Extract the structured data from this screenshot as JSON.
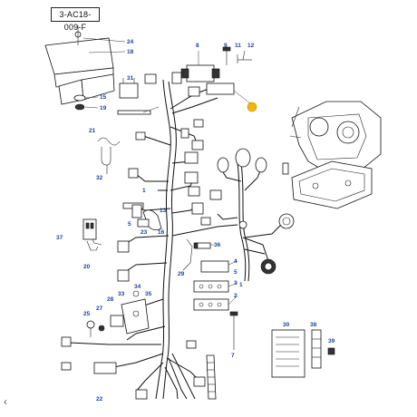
{
  "reference_code": "3-AC18-009-F",
  "part_numbers": {
    "p1": "1",
    "p2": "2",
    "p3": "3",
    "p4": "4",
    "p5": "5",
    "p7": "7",
    "p8": "8",
    "p9": "9",
    "p11": "11",
    "p12": "12",
    "p13": "13",
    "p15": "15",
    "p16": "16",
    "p18": "18",
    "p19": "19",
    "p20": "20",
    "p21": "21",
    "p22": "22",
    "p23": "23",
    "p24": "24",
    "p25": "25",
    "p27": "27",
    "p28": "28",
    "p29": "29",
    "p30": "30",
    "p31": "31",
    "p32": "32",
    "p33": "33",
    "p34": "34",
    "p35": "35",
    "p36": "36",
    "p37": "37",
    "p38": "38",
    "p39": "39"
  },
  "icons": {
    "back": "back-chevron-icon",
    "highlight": "highlight-marker-icon"
  },
  "colors": {
    "label": "#1d3fa3",
    "highlight": "#f2b705",
    "line": "#111111"
  }
}
